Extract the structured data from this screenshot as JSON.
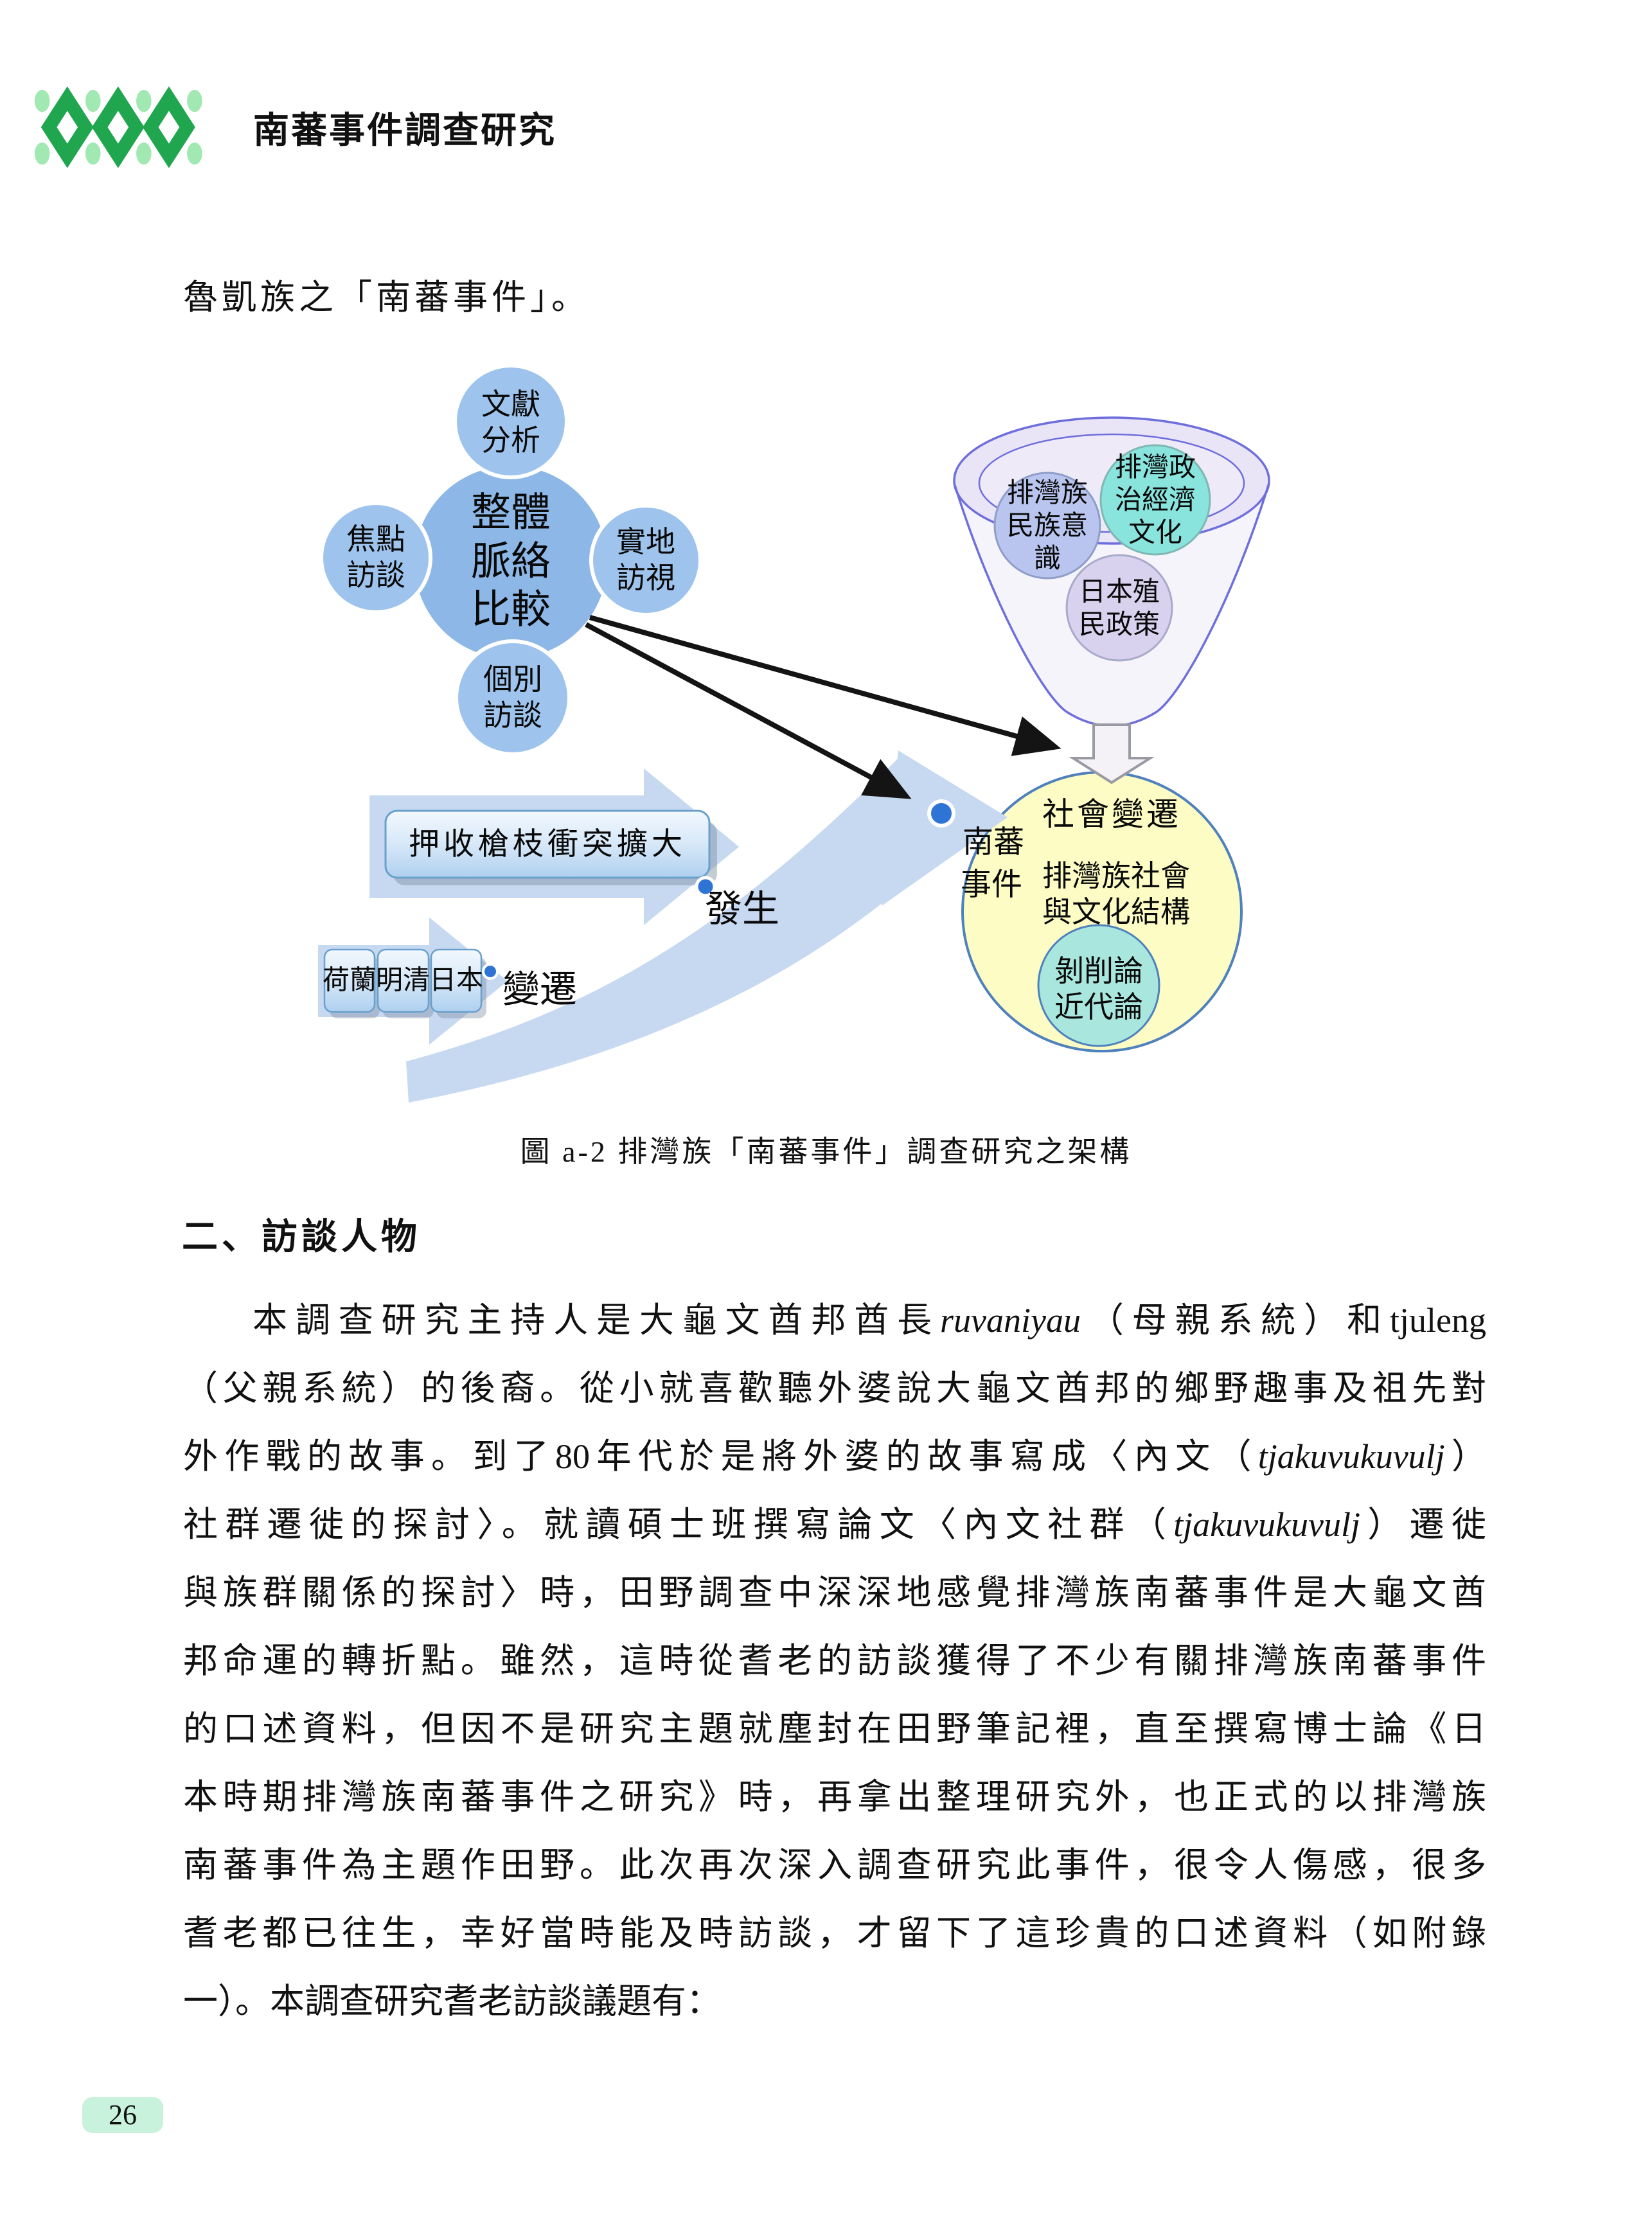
{
  "page": {
    "number": "26",
    "background": "#ffffff"
  },
  "header": {
    "title": "南蕃事件調查研究",
    "logo_colors": {
      "diamond": "#1fa64e",
      "accent": "#a2e8b2"
    }
  },
  "intro_line": "魯凱族之「南蕃事件」。",
  "figure": {
    "caption": "圖 a-2 排灣族「南蕃事件」調查研究之架構",
    "left_cluster": {
      "center": "整體\n脈絡\n比較",
      "top": "文獻\n分析",
      "left": "焦點\n訪談",
      "right": "實地\n訪視",
      "bottom": "個別\n訪談"
    },
    "funnel": {
      "ethnic": "排灣族\n民族意\n識",
      "politics": "排灣政\n治經濟\n文化",
      "japan": "日本殖\n民政策"
    },
    "outcome": {
      "title": "社會變遷",
      "body": "排灣族社會\n與文化結構",
      "inner": "剝削論\n近代論"
    },
    "box1": "押收槍枝衝突擴大",
    "timeline": [
      "荷蘭",
      "明清",
      "日本"
    ],
    "labels": {
      "event_line1": "南蕃",
      "event_line2": "事件",
      "occur": "發生",
      "change": "變遷"
    },
    "colors": {
      "cluster_blue": "#9ec4ee",
      "funnel_outline": "#6e6edd",
      "teal": "#8ae4de",
      "lavender": "#d8d2ef",
      "periwinkle": "#b9c5ee",
      "yellow": "#fcfcc4",
      "inner_teal": "#a9e6de",
      "arrow_blue": "#c6d9f1",
      "dot_blue": "#2d74d4",
      "circle_border": "#4f81bd"
    }
  },
  "section_heading": "二、訪談人物",
  "body_lines": [
    {
      "indent": true,
      "segments": [
        {
          "t": "本調查研究主持人是大龜文酋邦酋長"
        },
        {
          "t": "ruvaniyau",
          "i": true
        },
        {
          "t": "（母親系統）和"
        },
        {
          "t": "tjuleng",
          "lat": true
        }
      ]
    },
    {
      "segments": [
        {
          "t": "（父親系統）的後裔。從小就喜歡聽外婆說大龜文酋邦的鄉野趣事及祖先對"
        }
      ]
    },
    {
      "segments": [
        {
          "t": "外作戰的故事。到了80年代於是將外婆的故事寫成〈內文（"
        },
        {
          "t": "tjakuvukuvulj",
          "i": true
        },
        {
          "t": "）"
        }
      ]
    },
    {
      "segments": [
        {
          "t": "社群遷徙的探討〉。就讀碩士班撰寫論文〈內文社群（"
        },
        {
          "t": "tjakuvukuvulj",
          "i": true
        },
        {
          "t": "）遷徙"
        }
      ]
    },
    {
      "segments": [
        {
          "t": "與族群關係的探討〉時，田野調查中深深地感覺排灣族南蕃事件是大龜文酋"
        }
      ]
    },
    {
      "segments": [
        {
          "t": "邦命運的轉折點。雖然，這時從耆老的訪談獲得了不少有關排灣族南蕃事件"
        }
      ]
    },
    {
      "segments": [
        {
          "t": "的口述資料，但因不是研究主題就塵封在田野筆記裡，直至撰寫博士論《日"
        }
      ]
    },
    {
      "segments": [
        {
          "t": "本時期排灣族南蕃事件之研究》時，再拿出整理研究外，也正式的以排灣族"
        }
      ]
    },
    {
      "segments": [
        {
          "t": "南蕃事件為主題作田野。此次再次深入調查研究此事件，很令人傷感，很多"
        }
      ]
    },
    {
      "segments": [
        {
          "t": "耆老都已往生，幸好當時能及時訪談，才留下了這珍貴的口述資料（如附錄"
        }
      ]
    },
    {
      "last": true,
      "segments": [
        {
          "t": "一）。本調查研究耆老訪談議題有："
        }
      ]
    }
  ]
}
